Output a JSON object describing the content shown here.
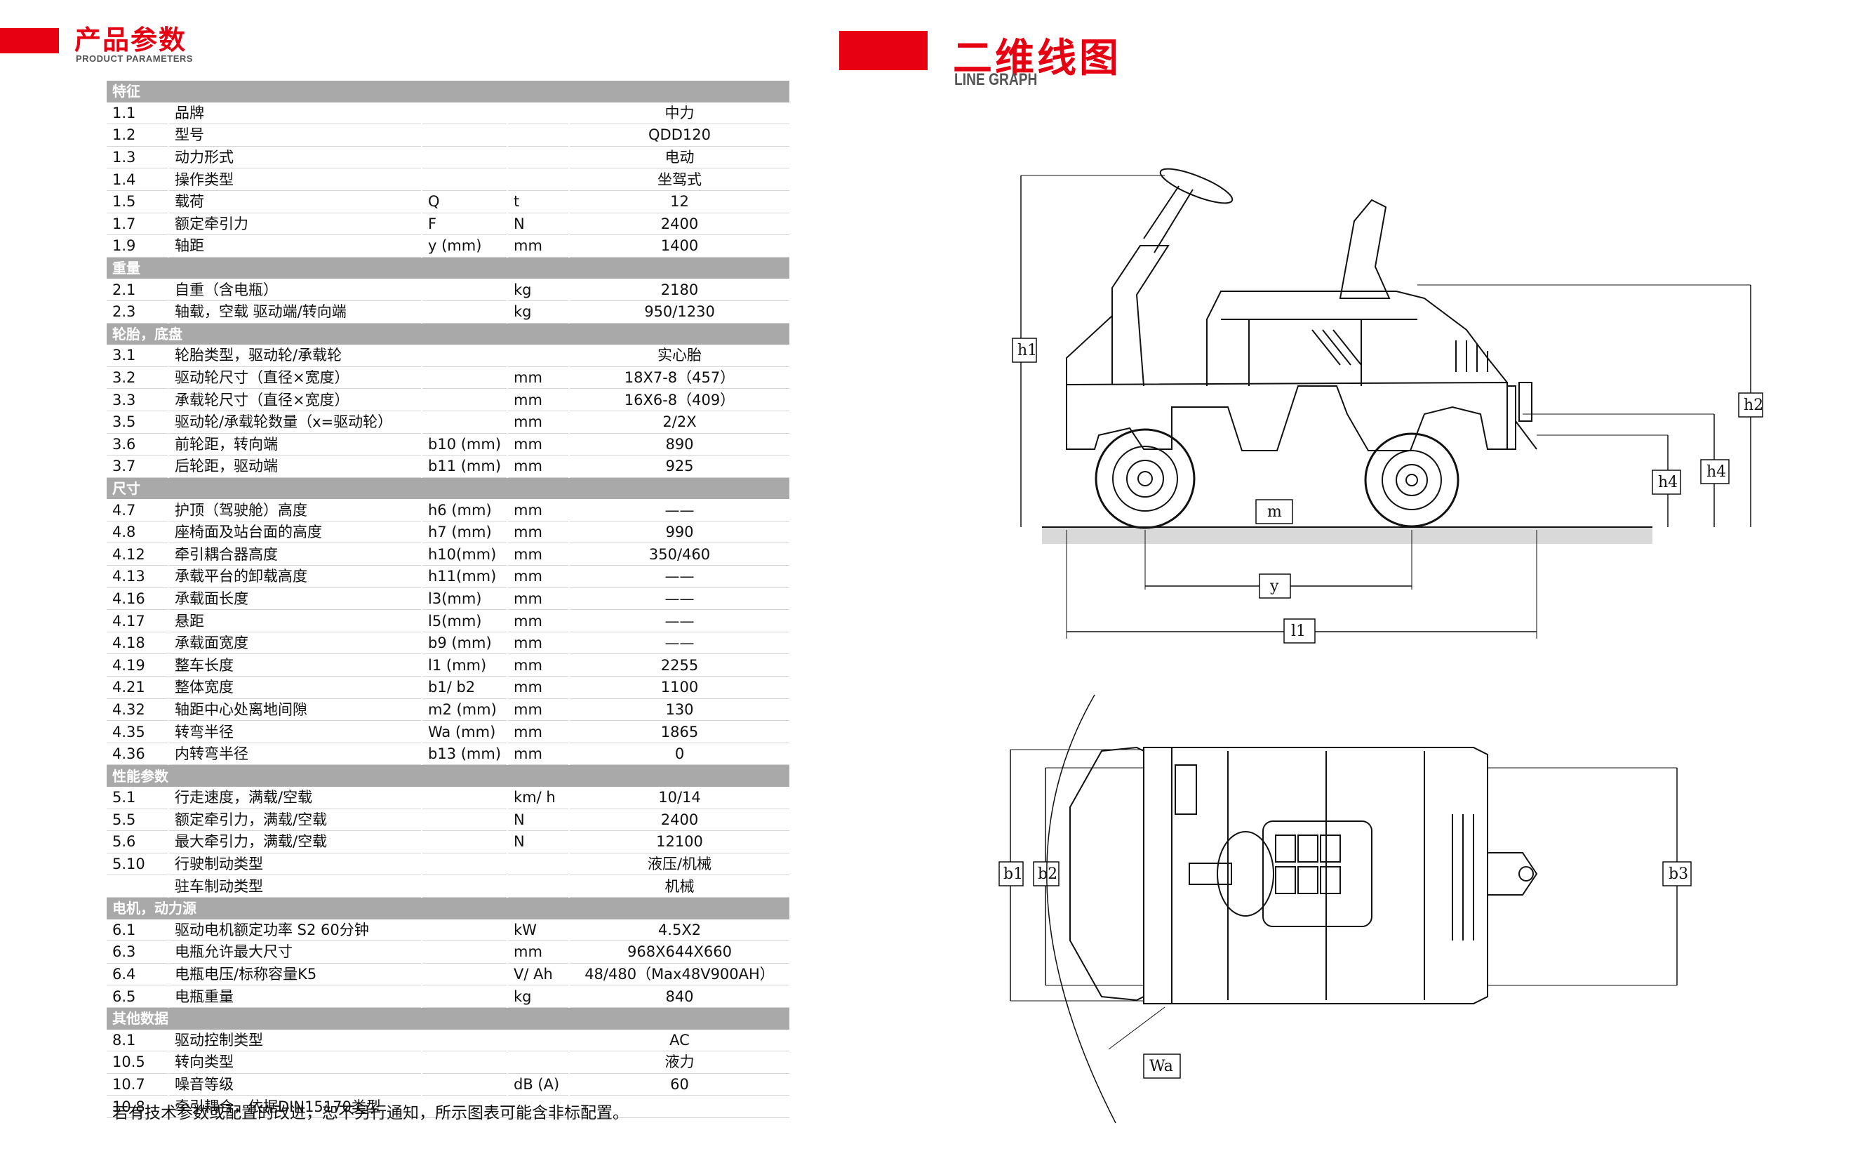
{
  "header_left": {
    "title": "产品参数",
    "subtitle": "PRODUCT PARAMETERS"
  },
  "header_right": {
    "title": "二维线图",
    "subtitle": "LINE GRAPH"
  },
  "table": [
    {
      "type": "section",
      "label": "特征"
    },
    {
      "type": "row",
      "num": "1.1",
      "name": "品牌",
      "sym": "",
      "unit": "",
      "value": "中力"
    },
    {
      "type": "row",
      "num": "1.2",
      "name": "型号",
      "sym": "",
      "unit": "",
      "value": "QDD120"
    },
    {
      "type": "row",
      "num": "1.3",
      "name": "动力形式",
      "sym": "",
      "unit": "",
      "value": "电动"
    },
    {
      "type": "row",
      "num": "1.4",
      "name": "操作类型",
      "sym": "",
      "unit": "",
      "value": "坐驾式"
    },
    {
      "type": "row",
      "num": "1.5",
      "name": "载荷",
      "sym": "Q",
      "unit": "t",
      "value": "12"
    },
    {
      "type": "row",
      "num": "1.7",
      "name": "额定牵引力",
      "sym": "F",
      "unit": "N",
      "value": "2400"
    },
    {
      "type": "row",
      "num": "1.9",
      "name": "轴距",
      "sym": "y (mm)",
      "unit": "mm",
      "value": "1400"
    },
    {
      "type": "section",
      "label": "重量"
    },
    {
      "type": "row",
      "num": "2.1",
      "name": "自重（含电瓶）",
      "sym": "",
      "unit": "kg",
      "value": "2180"
    },
    {
      "type": "row",
      "num": "2.3",
      "name": "轴载，空载 驱动端/转向端",
      "sym": "",
      "unit": "kg",
      "value": "950/1230"
    },
    {
      "type": "section",
      "label": "轮胎，底盘"
    },
    {
      "type": "row",
      "num": "3.1",
      "name": "轮胎类型，驱动轮/承载轮",
      "sym": "",
      "unit": "",
      "value": "实心胎"
    },
    {
      "type": "row",
      "num": "3.2",
      "name": "驱动轮尺寸（直径×宽度）",
      "sym": "",
      "unit": "mm",
      "value": "18X7-8（457）"
    },
    {
      "type": "row",
      "num": "3.3",
      "name": "承载轮尺寸（直径×宽度）",
      "sym": "",
      "unit": "mm",
      "value": "16X6-8（409）"
    },
    {
      "type": "row",
      "num": "3.5",
      "name": "驱动轮/承载轮数量（x=驱动轮）",
      "sym": "",
      "unit": "mm",
      "value": "2/2X"
    },
    {
      "type": "row",
      "num": "3.6",
      "name": "前轮距，转向端",
      "sym": "b10 (mm)",
      "unit": "mm",
      "value": "890"
    },
    {
      "type": "row",
      "num": "3.7",
      "name": "后轮距，驱动端",
      "sym": "b11 (mm)",
      "unit": "mm",
      "value": "925"
    },
    {
      "type": "section",
      "label": "尺寸"
    },
    {
      "type": "row",
      "num": "4.7",
      "name": "护顶（驾驶舱）高度",
      "sym": "h6 (mm)",
      "unit": "mm",
      "value": "——"
    },
    {
      "type": "row",
      "num": "4.8",
      "name": "座椅面及站台面的高度",
      "sym": "h7 (mm)",
      "unit": "mm",
      "value": "990"
    },
    {
      "type": "row",
      "num": "4.12",
      "name": "牵引耦合器高度",
      "sym": "h10(mm)",
      "unit": "mm",
      "value": "350/460"
    },
    {
      "type": "row",
      "num": "4.13",
      "name": "承载平台的卸载高度",
      "sym": "h11(mm)",
      "unit": "mm",
      "value": "——"
    },
    {
      "type": "row",
      "num": "4.16",
      "name": "承载面长度",
      "sym": "l3(mm)",
      "unit": "mm",
      "value": "——"
    },
    {
      "type": "row",
      "num": "4.17",
      "name": "悬距",
      "sym": "l5(mm)",
      "unit": "mm",
      "value": "——"
    },
    {
      "type": "row",
      "num": "4.18",
      "name": "承载面宽度",
      "sym": "b9 (mm)",
      "unit": "mm",
      "value": "——"
    },
    {
      "type": "row",
      "num": "4.19",
      "name": "整车长度",
      "sym": "l1 (mm)",
      "unit": "mm",
      "value": "2255"
    },
    {
      "type": "row",
      "num": "4.21",
      "name": "整体宽度",
      "sym": "b1/ b2",
      "unit": "mm",
      "value": "1100"
    },
    {
      "type": "row",
      "num": "4.32",
      "name": "轴距中心处离地间隙",
      "sym": "m2 (mm)",
      "unit": "mm",
      "value": "130"
    },
    {
      "type": "row",
      "num": "4.35",
      "name": "转弯半径",
      "sym": "Wa (mm)",
      "unit": "mm",
      "value": "1865"
    },
    {
      "type": "row",
      "num": "4.36",
      "name": "内转弯半径",
      "sym": "b13 (mm)",
      "unit": "mm",
      "value": "0"
    },
    {
      "type": "section",
      "label": "性能参数"
    },
    {
      "type": "row",
      "num": "5.1",
      "name": "行走速度，满载/空载",
      "sym": "",
      "unit": "km/ h",
      "value": "10/14"
    },
    {
      "type": "row",
      "num": "5.5",
      "name": "额定牵引力，满载/空载",
      "sym": "",
      "unit": "N",
      "value": "2400"
    },
    {
      "type": "row",
      "num": "5.6",
      "name": "最大牵引力，满载/空载",
      "sym": "",
      "unit": "N",
      "value": "12100"
    },
    {
      "type": "row",
      "num": "5.10",
      "name": "行驶制动类型",
      "sym": "",
      "unit": "",
      "value": "液压/机械"
    },
    {
      "type": "row",
      "num": "",
      "name": "驻车制动类型",
      "sym": "",
      "unit": "",
      "value": "机械"
    },
    {
      "type": "section",
      "label": "电机，动力源"
    },
    {
      "type": "row",
      "num": "6.1",
      "name": "驱动电机额定功率 S2 60分钟",
      "sym": "",
      "unit": "kW",
      "value": "4.5X2"
    },
    {
      "type": "row",
      "num": "6.3",
      "name": "电瓶允许最大尺寸",
      "sym": "",
      "unit": "mm",
      "value": "968X644X660"
    },
    {
      "type": "row",
      "num": "6.4",
      "name": "电瓶电压/标称容量K5",
      "sym": "",
      "unit": "V/ Ah",
      "value": "48/480（Max48V900AH）"
    },
    {
      "type": "row",
      "num": "6.5",
      "name": "电瓶重量",
      "sym": "",
      "unit": "kg",
      "value": "840"
    },
    {
      "type": "section",
      "label": "其他数据"
    },
    {
      "type": "row",
      "num": "8.1",
      "name": "驱动控制类型",
      "sym": "",
      "unit": "",
      "value": "AC"
    },
    {
      "type": "row",
      "num": "10.5",
      "name": "转向类型",
      "sym": "",
      "unit": "",
      "value": "液力"
    },
    {
      "type": "row",
      "num": "10.7",
      "name": "噪音等级",
      "sym": "",
      "unit": "dB (A)",
      "value": "60"
    },
    {
      "type": "row",
      "num": "10.8",
      "name": "牵引耦合，依据DIN15170类型",
      "sym": "",
      "unit": "",
      "value": ""
    }
  ],
  "footnote": "若有技术参数或配置的改进，恕不另行通知，所示图表可能含非标配置。",
  "drawing_labels": {
    "h1": "h1",
    "h2": "h2",
    "h4a": "h4",
    "h4b": "h4",
    "m": "m",
    "y": "y",
    "l1": "l1",
    "b1": "b1",
    "b2": "b2",
    "b3": "b3",
    "wa": "Wa"
  },
  "colors": {
    "accent": "#e60012",
    "section_bg": "#a9a9a9",
    "row_rule": "#d4d4d4"
  }
}
